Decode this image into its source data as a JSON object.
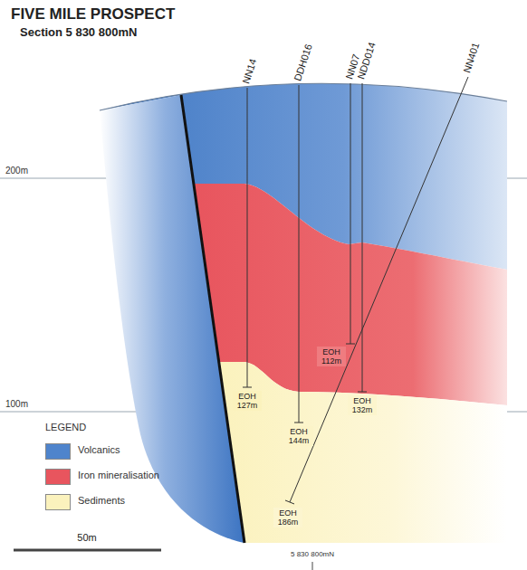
{
  "diagram": {
    "title": "FIVE MILE PROSPECT",
    "labels": [
      "Section 5 830 800mN",
      "NN14",
      "DDH016",
      "NN07",
      "NDD014",
      "NN401",
      "200m",
      "100m",
      "EOH 112m",
      "EOH 127m",
      "EOH 144m",
      "EOH 132m",
      "EOH 186m",
      "LEGEND",
      "50m",
      "5 830 800mN"
    ],
    "legend": [
      {
        "text": "Volcanics",
        "color": "#4f84cc"
      },
      {
        "text": "Iron mineralisation",
        "color": "#e8555e"
      },
      {
        "text": "Sediments",
        "color": "#fbf2bd"
      }
    ]
  }
}
